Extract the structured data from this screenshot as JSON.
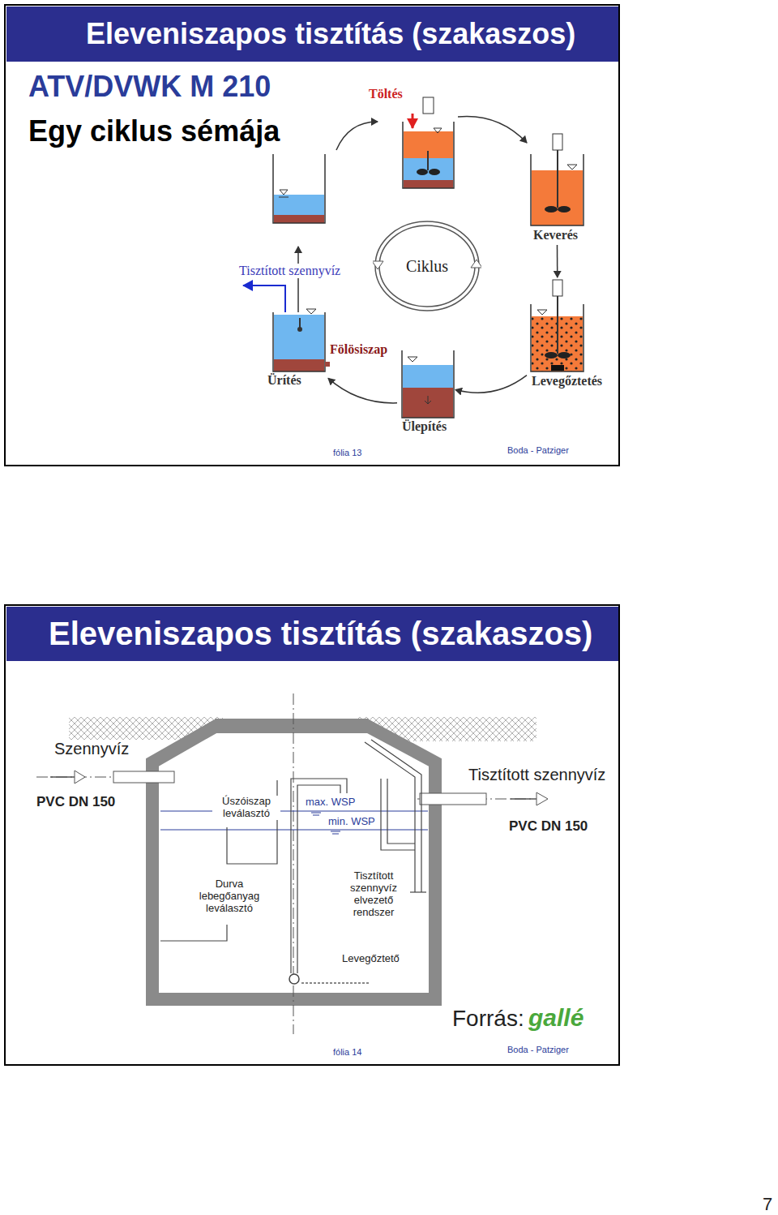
{
  "diagram": {
    "title": "Eleveniszapos tisztítás (szakaszos)",
    "nodes": [
      {
        "text": [
          "Töltés"
        ]
      },
      {
        "text": [
          "Keverés"
        ]
      },
      {
        "text": [
          "Levegőztetés"
        ]
      },
      {
        "text": [
          "Ülepítés"
        ]
      },
      {
        "text": [
          "Ürítés"
        ]
      },
      {
        "text": [
          "Ciklus"
        ]
      }
    ],
    "edges": [
      {
        "from": 0,
        "to": 1,
        "arrow": "to"
      },
      {
        "from": 1,
        "to": 2,
        "arrow": "to"
      },
      {
        "from": 2,
        "to": 3,
        "arrow": "to"
      },
      {
        "from": 3,
        "to": 4,
        "arrow": "to"
      }
    ],
    "labels": [
      "ATV/DVWK M 210",
      "Egy ciklus sémája",
      "Tisztított szennyvíz",
      "Fölösiszap",
      "fólia 13",
      "Boda - Patziger",
      "Eleveniszapos tisztítás (szakaszos)",
      "Szennyvíz",
      "PVC DN 150",
      "Úszóiszap leválasztó",
      "max. WSP",
      "min. WSP",
      "Tisztított szennyvíz",
      "PVC DN 150",
      "Durva lebegőanyag leválasztó",
      "Tisztított szennyvíz elvezető rendszer",
      "Levegőztető",
      "Forrás:",
      "gallé",
      "fólia 14",
      "Boda - Patziger",
      "7"
    ]
  }
}
